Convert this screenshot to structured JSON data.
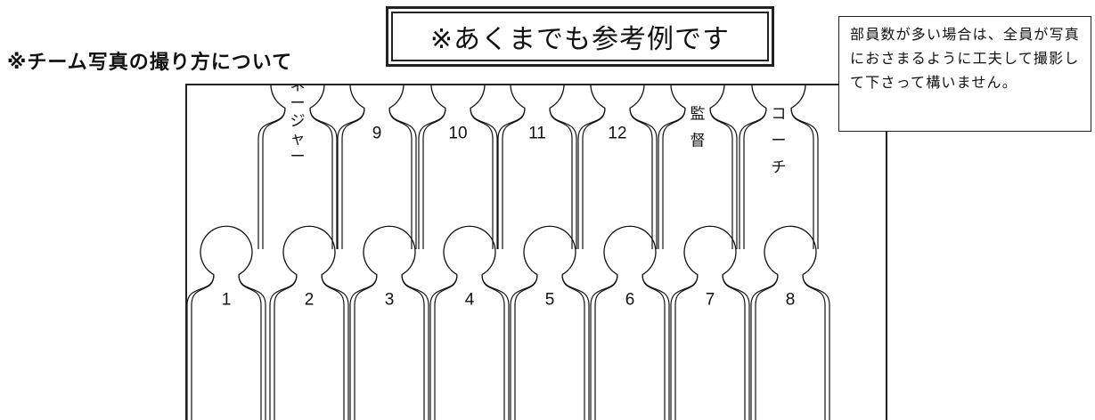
{
  "heading": "※チーム写真の撮り方について",
  "banner": "※あくまでも参考例です",
  "note": "部員数が多い場合は、全員が写真におさまるように工夫して撮影して下さって構いません。",
  "back_row": [
    {
      "label": "マネージャー",
      "vertical": true
    },
    {
      "label": "9",
      "vertical": false
    },
    {
      "label": "10",
      "vertical": false
    },
    {
      "label": "11",
      "vertical": false
    },
    {
      "label": "12",
      "vertical": false
    },
    {
      "label": "監督",
      "vertical": true
    },
    {
      "label": "コーチ",
      "vertical": true
    }
  ],
  "front_row": [
    {
      "label": "1"
    },
    {
      "label": "2"
    },
    {
      "label": "3"
    },
    {
      "label": "4"
    },
    {
      "label": "5"
    },
    {
      "label": "6"
    },
    {
      "label": "7"
    },
    {
      "label": "8"
    }
  ]
}
